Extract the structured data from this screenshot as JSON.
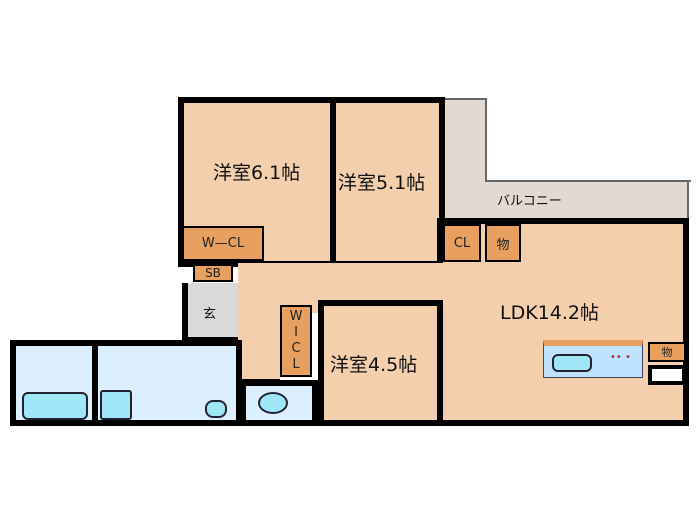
{
  "floorplan": {
    "rooms": {
      "bedroom1": "洋室6.1帖",
      "bedroom2": "洋室5.1帖",
      "bedroom3": "洋室4.5帖",
      "ldk": "LDK14.2帖",
      "balcony": "バルコニー",
      "entrance": "玄"
    },
    "storage": {
      "wcl": "W—CL",
      "wicl": [
        "W",
        "I",
        "C",
        "L"
      ],
      "cl": "CL",
      "mono1": "物",
      "mono2": "物",
      "sb": "SB"
    },
    "colors": {
      "room": "#f4cfae",
      "storage": "#e8a060",
      "balcony": "#e2d9d2",
      "wet": "#dcefff",
      "entrance": "#d9d9d9",
      "wall": "#000000"
    }
  }
}
